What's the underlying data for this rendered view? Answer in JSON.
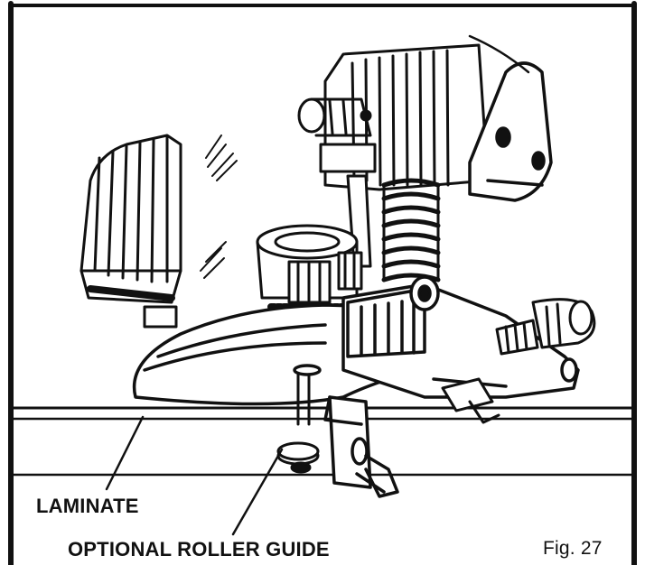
{
  "labels": {
    "laminate": "LAMINATE",
    "roller_guide": "OPTIONAL ROLLER GUIDE",
    "figure_number": "Fig. 27"
  },
  "colors": {
    "ink": "#111111",
    "paper": "#ffffff"
  }
}
